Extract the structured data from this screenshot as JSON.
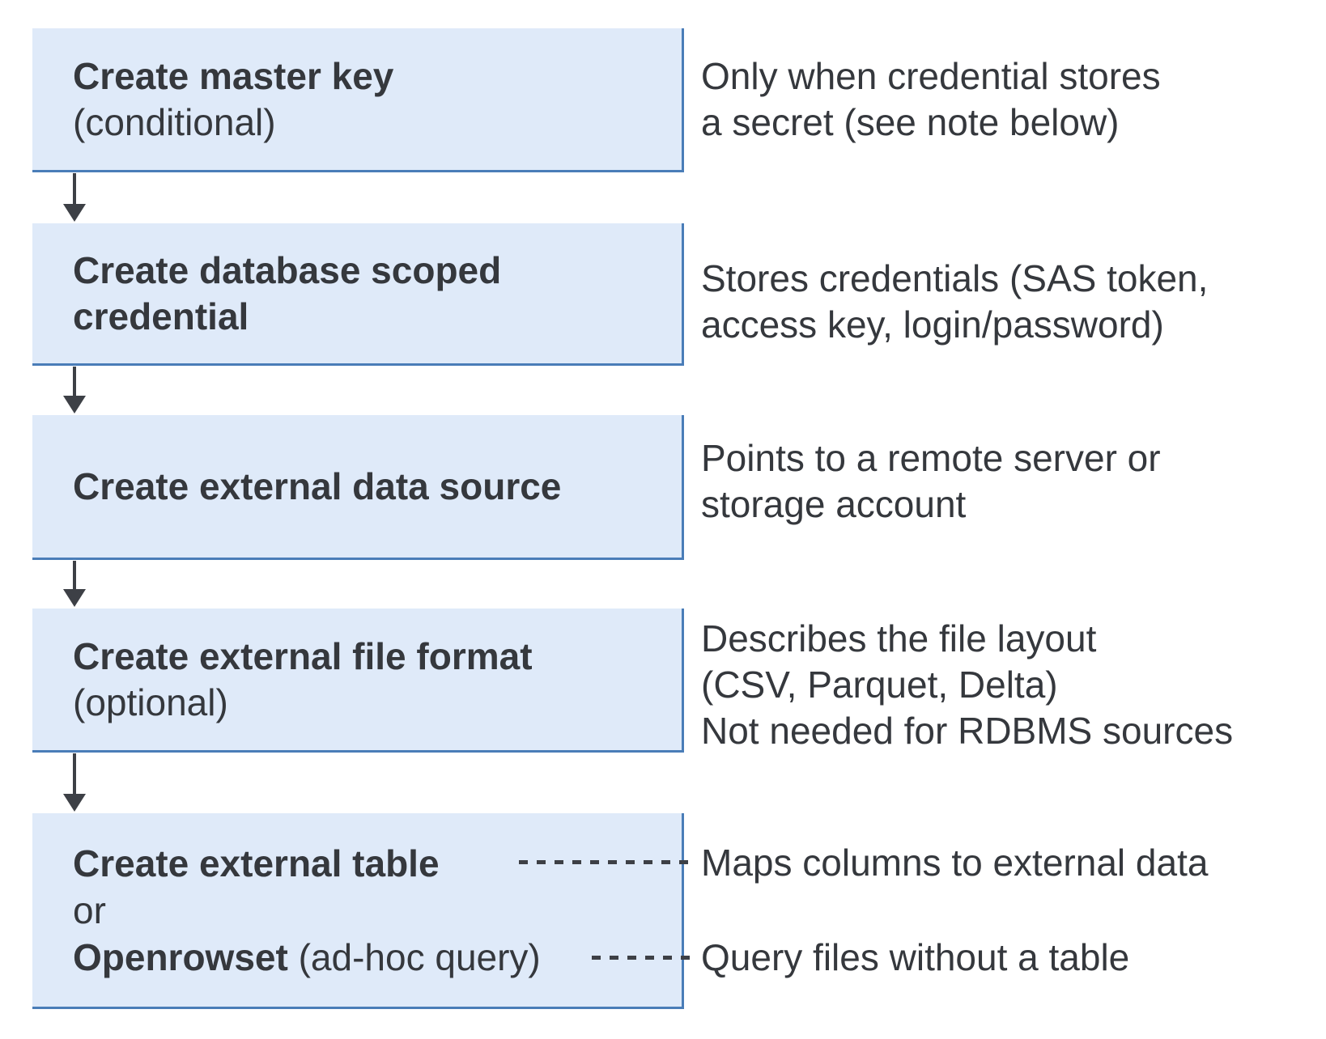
{
  "diagram": {
    "boxes": [
      {
        "name": "create-master-key",
        "lines": [
          {
            "segments": [
              {
                "text": "Create master key",
                "bold": true
              }
            ]
          },
          {
            "segments": [
              {
                "text": "(conditional)",
                "bold": false
              }
            ]
          }
        ]
      },
      {
        "name": "create-database-scoped-credential",
        "lines": [
          {
            "segments": [
              {
                "text": "Create database scoped",
                "bold": true
              }
            ]
          },
          {
            "segments": [
              {
                "text": "credential",
                "bold": true
              }
            ]
          }
        ]
      },
      {
        "name": "create-external-data-source",
        "lines": [
          {
            "segments": [
              {
                "text": "Create external data source",
                "bold": true
              }
            ]
          }
        ]
      },
      {
        "name": "create-external-file-format",
        "lines": [
          {
            "segments": [
              {
                "text": "Create external file format",
                "bold": true
              }
            ]
          },
          {
            "segments": [
              {
                "text": "(optional)",
                "bold": false
              }
            ]
          }
        ]
      },
      {
        "name": "create-external-table-or-openrowset",
        "lines": [
          {
            "segments": [
              {
                "text": "Create external table",
                "bold": true
              }
            ]
          },
          {
            "segments": [
              {
                "text": "or",
                "bold": false
              }
            ]
          },
          {
            "segments": [
              {
                "text": "Openrowset",
                "bold": true
              },
              {
                "text": " (ad-hoc query)",
                "bold": false
              }
            ]
          }
        ]
      }
    ],
    "annotations": [
      {
        "lines": [
          "Only when credential stores",
          "a secret (see note below)"
        ]
      },
      {
        "lines": [
          "Stores credentials (SAS token,",
          "access key, login/password)"
        ]
      },
      {
        "lines": [
          "Points to a remote server or",
          "storage account"
        ]
      },
      {
        "lines": [
          "Describes the file layout",
          "(CSV, Parquet, Delta)",
          "Not needed for RDBMS sources"
        ]
      },
      {
        "lines": [
          "Maps columns to external data"
        ]
      },
      {
        "lines": [
          "Query files without a table"
        ]
      }
    ],
    "colors": {
      "background": "#ffffff",
      "box_fill": "#dfeaf9",
      "box_border": "#4a7db8",
      "text": "#35383d",
      "connector": "#3d4046"
    }
  }
}
